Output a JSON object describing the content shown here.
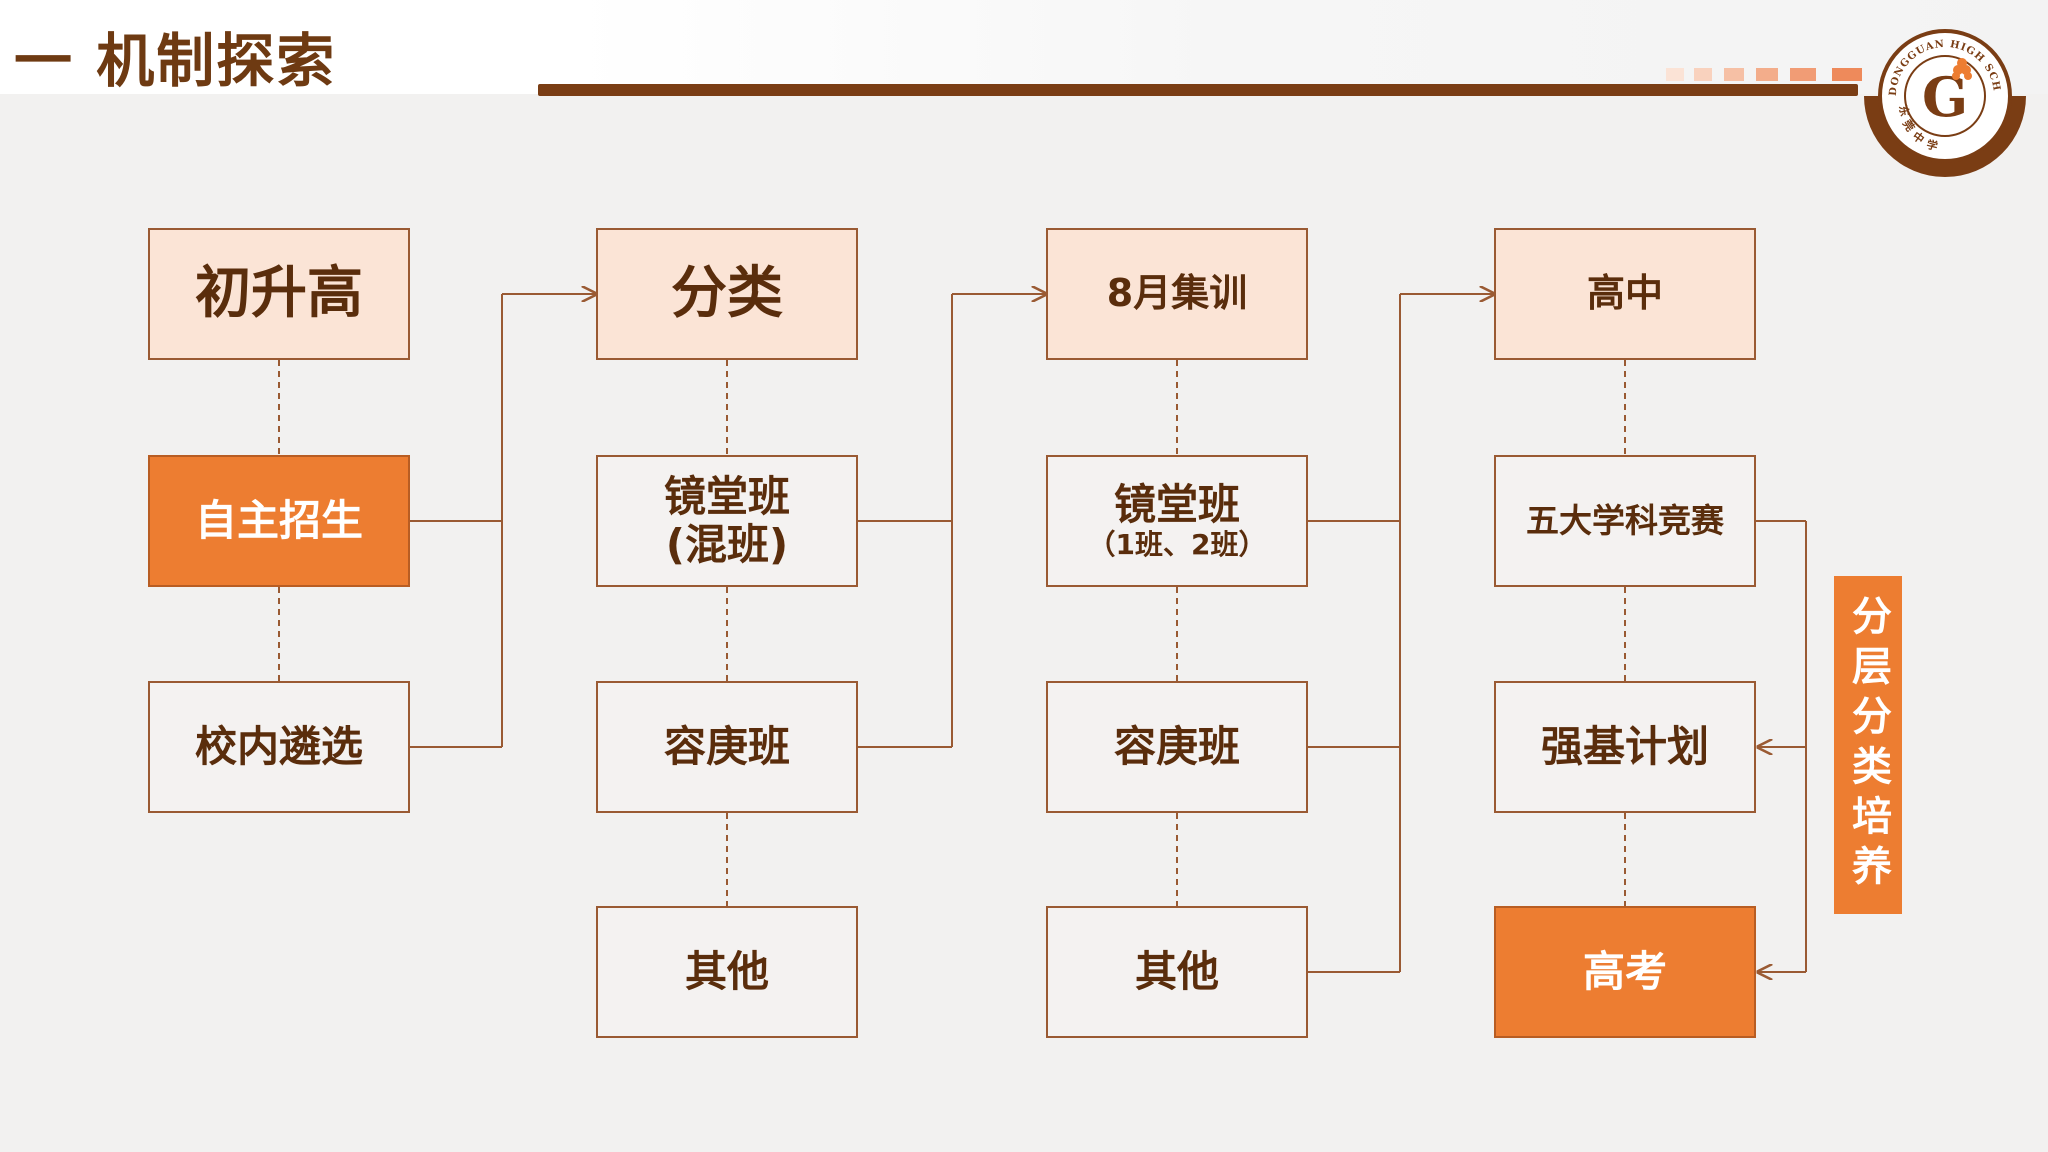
{
  "header": {
    "title": "一 机制探索"
  },
  "logo": {
    "ring_text": "DONGGUAN HIGH SCHOOL",
    "monogram": "G",
    "chinese_text": "东莞中学"
  },
  "colors": {
    "accent": "#ed7d31",
    "brown": "#7a3d14",
    "peach": "#fbe4d6"
  },
  "diagram": {
    "col1": {
      "header": "初升高",
      "item1": "自主招生",
      "item2": "校内遴选"
    },
    "col2": {
      "header": "分类",
      "item1_line1": "镜堂班",
      "item1_line2": "(混班)",
      "item2": "容庚班",
      "item3": "其他"
    },
    "col3": {
      "header": "8月集训",
      "item1_line1": "镜堂班",
      "item1_line2": "（1班、2班）",
      "item2": "容庚班",
      "item3": "其他"
    },
    "col4": {
      "header": "高中",
      "item1": "五大学科竞赛",
      "item2": "强基计划",
      "item3": "高考"
    },
    "side_label": "分层分类培养"
  }
}
